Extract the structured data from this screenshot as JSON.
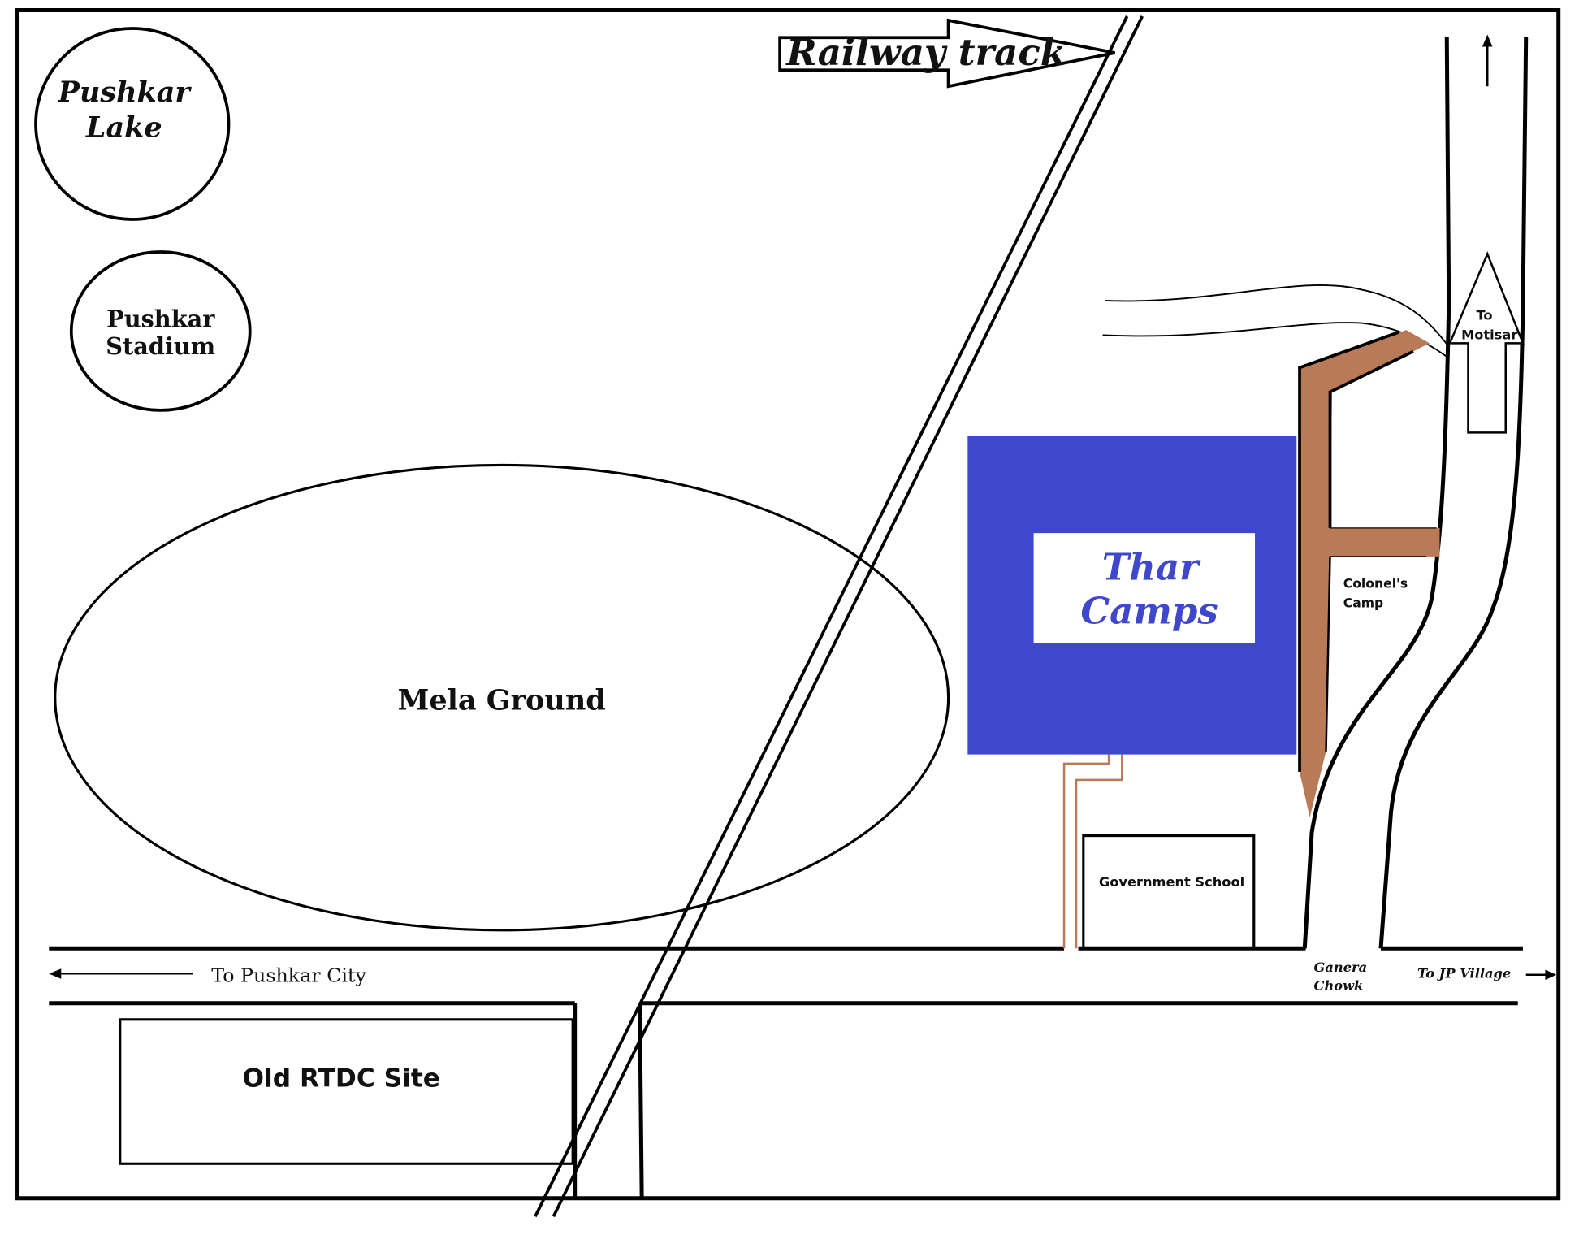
{
  "colors": {
    "thar_blue": "#3f48cc",
    "path_brown": "#b97a57",
    "ink": "#000000"
  },
  "labels": {
    "pushkar_lake": [
      "Pushkar",
      "Lake"
    ],
    "pushkar_stadium": [
      "Pushkar",
      "Stadium"
    ],
    "railway_track": "Railway track",
    "mela_ground": "Mela Ground",
    "thar_camps": [
      "Thar",
      "Camps"
    ],
    "colonels_camp": [
      "Colonel's",
      "Camp"
    ],
    "to_motisar": [
      "To",
      "Motisar"
    ],
    "government_school": "Government School",
    "to_pushkar_city": "To Pushkar City",
    "ganera_chowk": [
      "Ganera",
      "Chowk"
    ],
    "to_jp_village": "To JP Village",
    "old_rtdc_site": "Old RTDC Site"
  }
}
